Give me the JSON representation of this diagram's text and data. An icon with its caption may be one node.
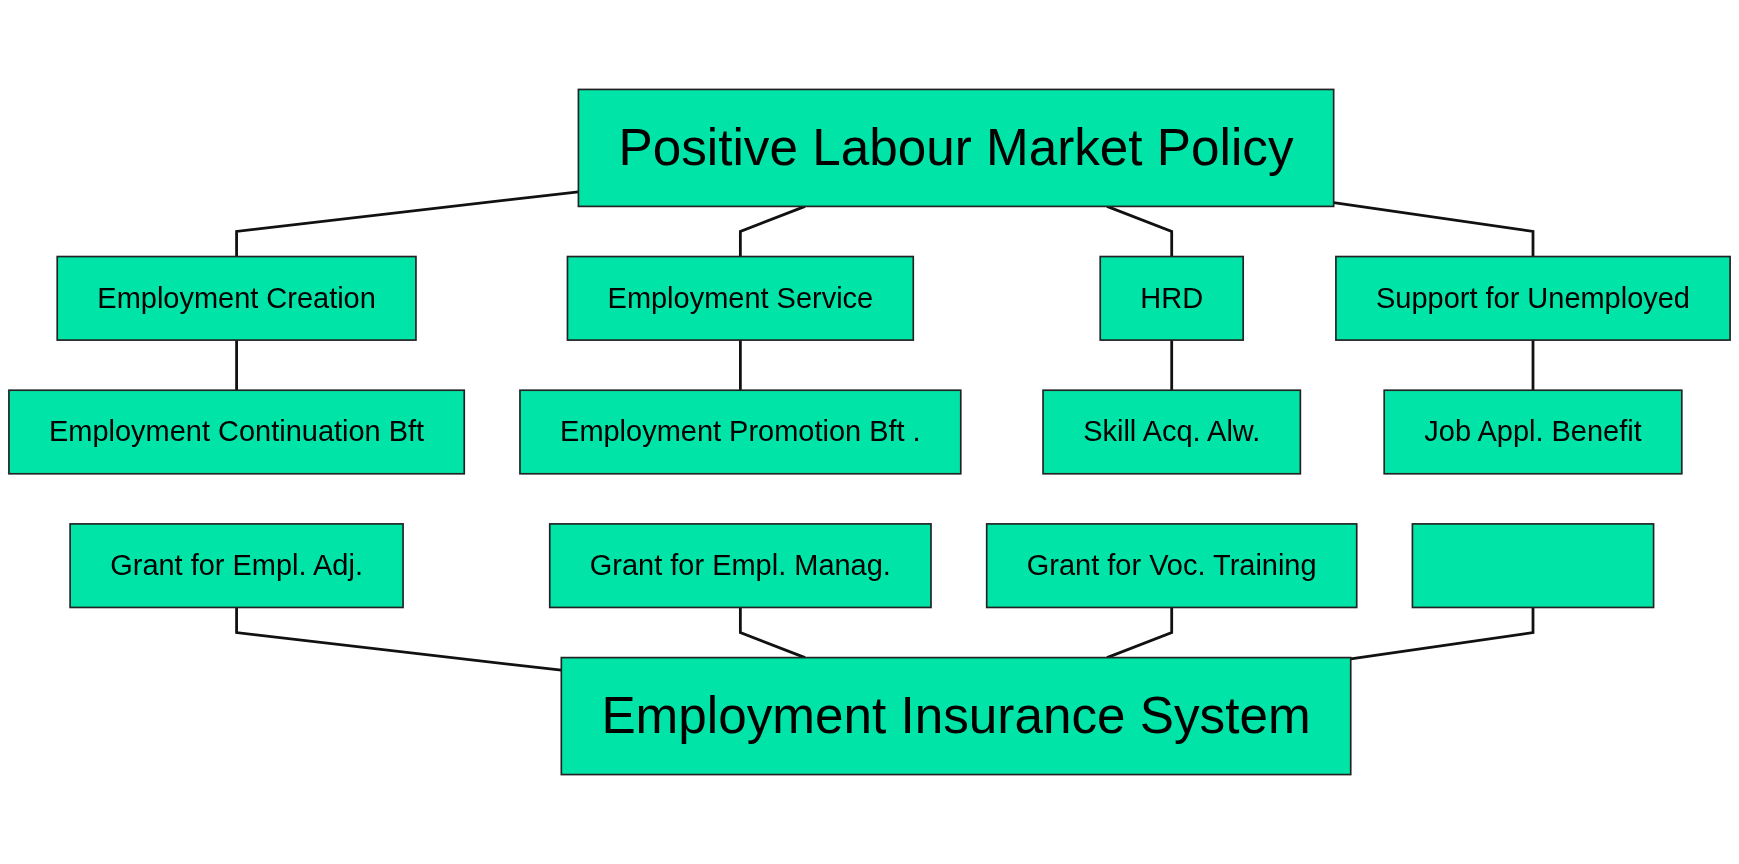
{
  "diagram": {
    "nodes": [
      {
        "text": [
          "Positive Labour Market Policy"
        ]
      },
      {
        "text": [
          "Employment Creation"
        ]
      },
      {
        "text": [
          "Employment Service"
        ]
      },
      {
        "text": [
          "HRD"
        ]
      },
      {
        "text": [
          "Support for Unemployed"
        ]
      },
      {
        "text": [
          "Employment Continuation Bft"
        ]
      },
      {
        "text": [
          "Employment Promotion Bft ."
        ]
      },
      {
        "text": [
          "Skill Acq. Alw."
        ]
      },
      {
        "text": [
          "Job Appl. Benefit"
        ]
      },
      {
        "text": [
          "Grant for Empl. Adj."
        ]
      },
      {
        "text": [
          "Grant for Empl. Manag."
        ]
      },
      {
        "text": [
          "Grant for Voc. Training"
        ]
      },
      {
        "text": [],
        "shape": "box"
      },
      {
        "text": [
          "Employment Insurance System"
        ]
      }
    ],
    "edges": [
      {
        "from": 0,
        "to": 1,
        "arrow": "none"
      },
      {
        "from": 0,
        "to": 2,
        "arrow": "none"
      },
      {
        "from": 0,
        "to": 3,
        "arrow": "none"
      },
      {
        "from": 0,
        "to": 4,
        "arrow": "none"
      },
      {
        "from": 1,
        "to": 5,
        "arrow": "none"
      },
      {
        "from": 2,
        "to": 6,
        "arrow": "none"
      },
      {
        "from": 3,
        "to": 7,
        "arrow": "none"
      },
      {
        "from": 4,
        "to": 8,
        "arrow": "none"
      },
      {
        "from": 9,
        "to": 13,
        "arrow": "none"
      },
      {
        "from": 10,
        "to": 13,
        "arrow": "none"
      },
      {
        "from": 11,
        "to": 13,
        "arrow": "none"
      },
      {
        "from": 12,
        "to": 13,
        "arrow": "none"
      }
    ]
  }
}
